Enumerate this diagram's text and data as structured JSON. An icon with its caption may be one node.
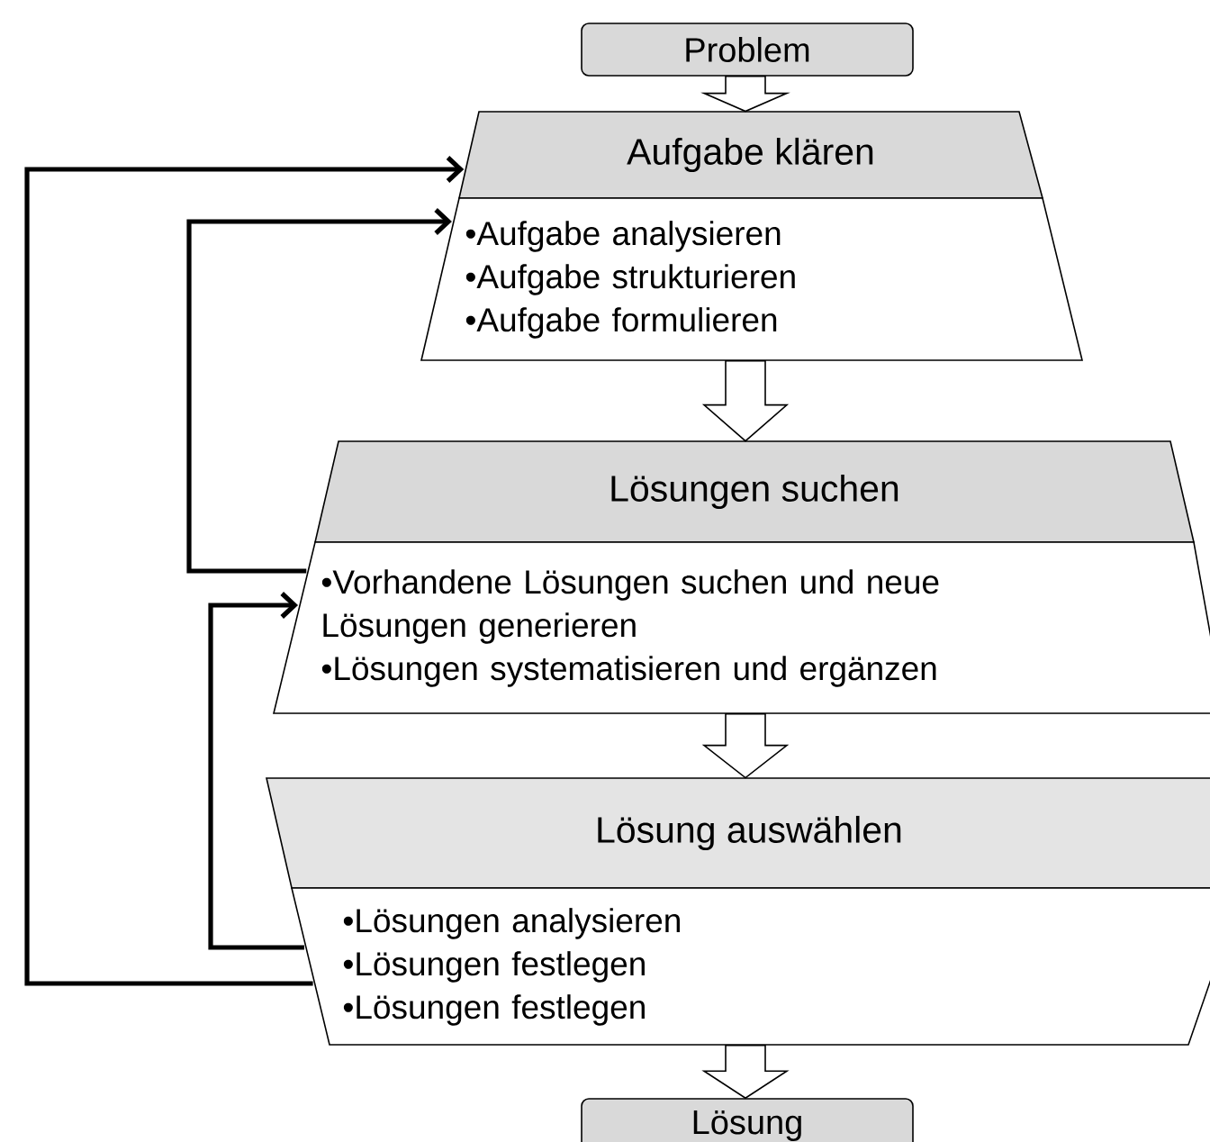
{
  "diagram": {
    "nodes": [
      {
        "text": [
          "Problem"
        ]
      },
      {
        "text": [
          "Aufgabe klären"
        ]
      },
      {
        "text": [
          "•Aufgabe analysieren",
          "•Aufgabe strukturieren",
          "•Aufgabe formulieren"
        ]
      },
      {
        "text": [
          "Lösungen suchen"
        ]
      },
      {
        "text": [
          "•Vorhandene Lösungen suchen und neue Lösungen generieren",
          "•Lösungen systematisieren und ergänzen"
        ]
      },
      {
        "text": [
          "Lösung auswählen"
        ]
      },
      {
        "text": [
          "•Lösungen analysieren",
          "•Lösungen festlegen",
          "•Lösungen festlegen"
        ]
      },
      {
        "text": [
          "Lösung"
        ]
      }
    ],
    "edges": [
      {
        "from": 0,
        "to": 1,
        "arrow": "to"
      },
      {
        "from": 2,
        "to": 3,
        "arrow": "to"
      },
      {
        "from": 4,
        "to": 5,
        "arrow": "to"
      },
      {
        "from": 6,
        "to": 7,
        "arrow": "to"
      },
      {
        "from": 4,
        "to": 2,
        "arrow": "to"
      },
      {
        "from": 6,
        "to": 4,
        "arrow": "to"
      },
      {
        "from": 6,
        "to": 1,
        "arrow": "to"
      }
    ]
  }
}
